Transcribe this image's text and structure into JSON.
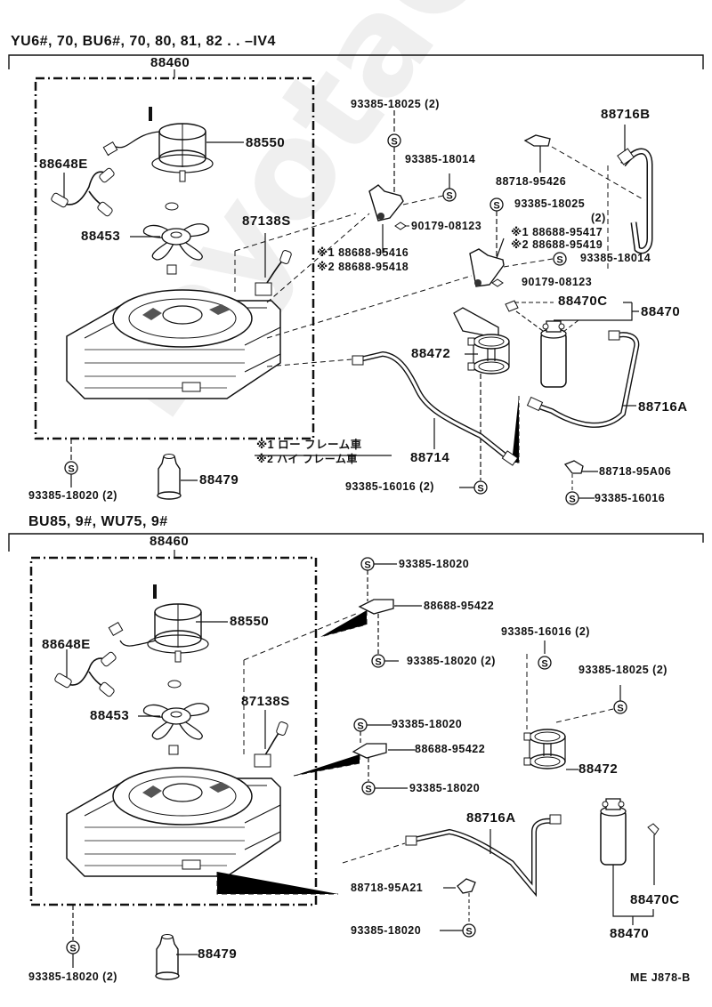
{
  "watermark": "ToyotaCarMir.ru",
  "diagram_code": "ME J878-B",
  "legend": {
    "note1": "※1 ロー フレーム車",
    "note2": "※2 ハイ フレーム車"
  },
  "section_top": {
    "header": "YU6#, 70, BU6#, 70, 80, 81, 82 . . –IV4",
    "labels": {
      "assy": "88460",
      "motor": "88550",
      "wire": "88648E",
      "fan": "88453",
      "switch": "87138S",
      "bolt_93385_18025_2": "93385-18025 (2)",
      "bolt_93385_18014_a": "93385-18014",
      "bracket_lo_1": "※1 88688-95416",
      "bracket_lo_2": "※2 88688-95418",
      "nut_90179_a": "90179-08123",
      "clamp_88718_95426": "88718-95426",
      "hose_88716B": "88716B",
      "bolt_93385_18025_b": "93385-18025",
      "qty_b": "(2)",
      "bracket_hi_1": "※1 88688-95417",
      "bracket_hi_2": "※2 88688-95419",
      "bolt_93385_18014_b": "93385-18014",
      "nut_90179_b": "90179-08123",
      "switch_88470C": "88470C",
      "receiver_88470": "88470",
      "bracket_88472": "88472",
      "hose_88716A": "88716A",
      "tube_88714": "88714",
      "bolt_93385_16016_2": "93385-16016 (2)",
      "clamp_88718_95A06": "88718-95A06",
      "bolt_93385_16016": "93385-16016",
      "bolt_93385_18020_2": "93385-18020 (2)",
      "boot_88479": "88479"
    }
  },
  "section_bottom": {
    "header": "BU85, 9#, WU75, 9#",
    "labels": {
      "assy": "88460",
      "motor": "88550",
      "wire": "88648E",
      "fan": "88453",
      "switch": "87138S",
      "bolt_93385_18020_a": "93385-18020",
      "bracket_88688_95422_a": "88688-95422",
      "bolt_93385_18020_2a": "93385-18020 (2)",
      "bolt_93385_16016_2": "93385-16016 (2)",
      "bolt_93385_18025_2": "93385-18025 (2)",
      "bolt_93385_18020_b": "93385-18020",
      "bracket_88688_95422_b": "88688-95422",
      "bolt_93385_18020_c": "93385-18020",
      "bracket_88472": "88472",
      "hose_88716A": "88716A",
      "clamp_88718_95A21": "88718-95A21",
      "bolt_93385_18020_d": "93385-18020",
      "switch_88470C": "88470C",
      "receiver_88470": "88470",
      "bolt_93385_18020_2b": "93385-18020 (2)",
      "boot_88479": "88479"
    }
  }
}
